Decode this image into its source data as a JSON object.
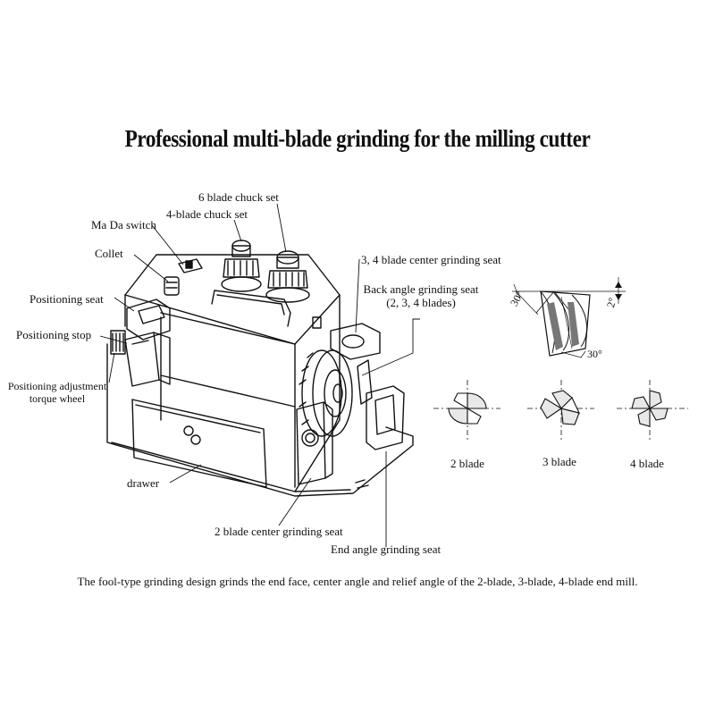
{
  "title": "Professional multi-blade grinding for the milling cutter",
  "labels": {
    "six_blade_chuck": "6 blade chuck set",
    "four_blade_chuck": "4-blade chuck set",
    "ma_da_switch": "Ma Da switch",
    "collet": "Collet",
    "positioning_seat": "Positioning seat",
    "positioning_stop": "Positioning stop",
    "adjust_wheel_line1": "Positioning adjustment",
    "adjust_wheel_line2": "torque wheel",
    "center_seat_34": "3, 4 blade center grinding seat",
    "back_angle_line1": "Back angle grinding seat",
    "back_angle_line2": "(2, 3, 4 blades)",
    "drawer": "drawer",
    "center_seat_2": "2 blade center grinding seat",
    "end_angle": "End angle grinding seat"
  },
  "angles": {
    "left": "30°",
    "right": "2°",
    "bottom": "30°"
  },
  "blades": {
    "two": "2 blade",
    "three": "3 blade",
    "four": "4 blade"
  },
  "caption": "The fool-type grinding design grinds the end face, center angle and relief angle of the 2-blade, 3-blade, 4-blade end mill."
}
